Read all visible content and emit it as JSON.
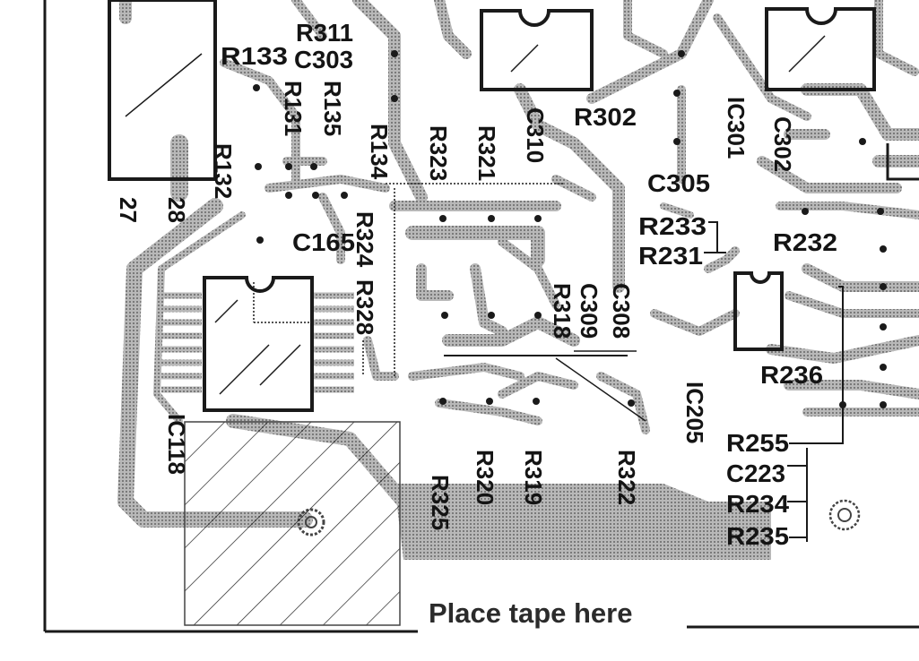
{
  "colors": {
    "background": "#ffffff",
    "trace": "#9b9b9b",
    "outline": "#1a1a1a",
    "text": "#141414"
  },
  "labels": {
    "r133": "R133",
    "r311": "R311",
    "c303": "C303",
    "r131": "R131",
    "r135": "R135",
    "r132": "R132",
    "r134": "R134",
    "r323": "R323",
    "r321": "R321",
    "c310": "C310",
    "r302": "R302",
    "ic301": "IC301",
    "c302": "C302",
    "c305": "C305",
    "r233": "R233",
    "r231": "R231",
    "r232": "R232",
    "pin27": "27",
    "pin28": "28",
    "c165": "C165",
    "r324": "R324",
    "r328": "R328",
    "r318": "R318",
    "c309": "C309",
    "c308": "C308",
    "r236": "R236",
    "ic205": "IC205",
    "ic118": "IC118",
    "r255": "R255",
    "c223": "C223",
    "r234": "R234",
    "r235": "R235",
    "r320": "R320",
    "r319": "R319",
    "r322": "R322",
    "r325": "R325"
  },
  "tape": {
    "instruction": "Place tape here"
  }
}
